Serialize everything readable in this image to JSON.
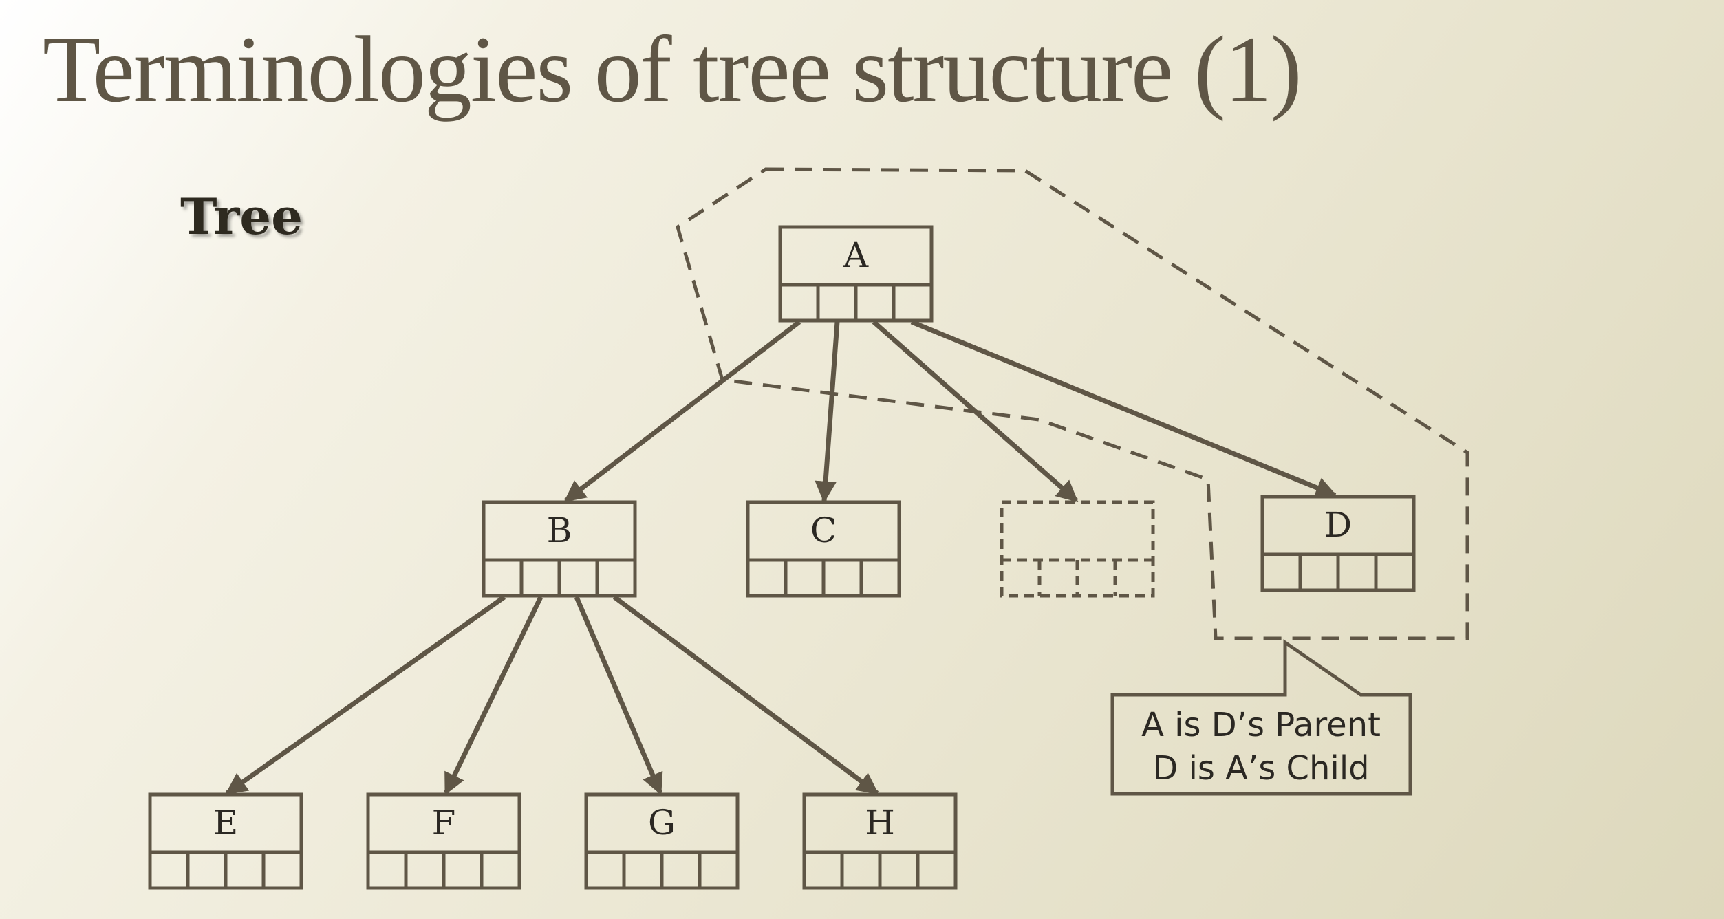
{
  "title": "Terminologies of tree structure (1)",
  "subtitle": "Tree",
  "colors": {
    "ink": "#5f5646",
    "text": "#2b2823"
  },
  "nodes": [
    {
      "id": "A",
      "label": "A",
      "level": 0
    },
    {
      "id": "B",
      "label": "B",
      "level": 1
    },
    {
      "id": "C",
      "label": "C",
      "level": 1
    },
    {
      "id": "empty",
      "label": "",
      "level": 1,
      "style": "dashed"
    },
    {
      "id": "D",
      "label": "D",
      "level": 1
    },
    {
      "id": "E",
      "label": "E",
      "level": 2
    },
    {
      "id": "F",
      "label": "F",
      "level": 2
    },
    {
      "id": "G",
      "label": "G",
      "level": 2
    },
    {
      "id": "H",
      "label": "H",
      "level": 2
    }
  ],
  "edges": [
    {
      "from": "A",
      "to": "B"
    },
    {
      "from": "A",
      "to": "C"
    },
    {
      "from": "A",
      "to": "empty"
    },
    {
      "from": "A",
      "to": "D"
    },
    {
      "from": "B",
      "to": "E"
    },
    {
      "from": "B",
      "to": "F"
    },
    {
      "from": "B",
      "to": "G"
    },
    {
      "from": "B",
      "to": "H"
    }
  ],
  "callout": {
    "line1": "A is D’s Parent",
    "line2": "D is A’s Child"
  }
}
